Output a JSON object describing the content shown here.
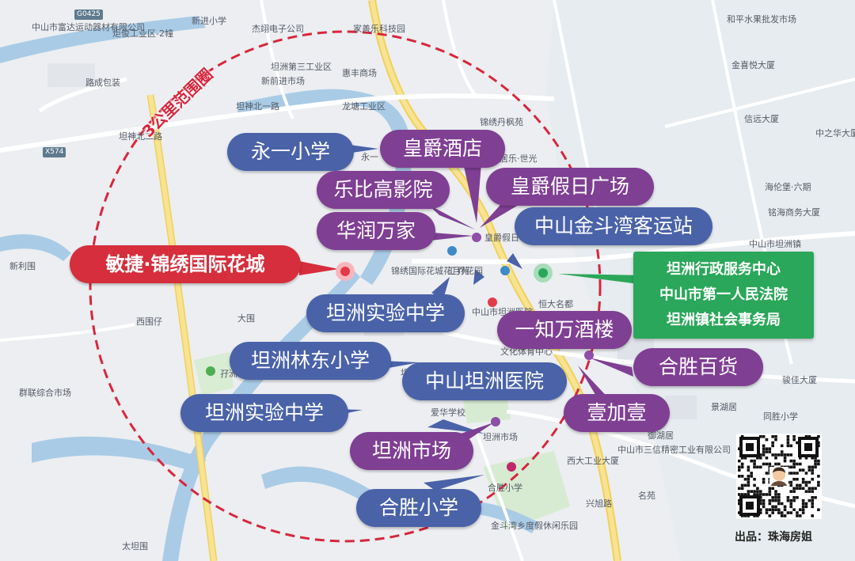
{
  "ring_title": "3公里范围圈",
  "project": {
    "name": "敏捷·锦绣国际花城"
  },
  "callouts": [
    {
      "id": "yongyi",
      "label": "永一小学",
      "color": "blue"
    },
    {
      "id": "huangjue-hotel",
      "label": "皇爵酒店",
      "color": "purple"
    },
    {
      "id": "lebigao",
      "label": "乐比高影院",
      "color": "purple"
    },
    {
      "id": "huangjue-plaza",
      "label": "皇爵假日广场",
      "color": "purple"
    },
    {
      "id": "huarun",
      "label": "华润万家",
      "color": "purple"
    },
    {
      "id": "jindouwan",
      "label": "中山金斗湾客运站",
      "color": "blue"
    },
    {
      "id": "shiyan1",
      "label": "坦洲实验中学",
      "color": "blue"
    },
    {
      "id": "yizhi",
      "label": "一知万酒楼",
      "color": "purple"
    },
    {
      "id": "lindong",
      "label": "坦洲林东小学",
      "color": "blue"
    },
    {
      "id": "hesheng-store",
      "label": "合胜百货",
      "color": "purple"
    },
    {
      "id": "hospital",
      "label": "中山坦洲医院",
      "color": "blue"
    },
    {
      "id": "shiyan2",
      "label": "坦洲实验中学",
      "color": "blue"
    },
    {
      "id": "yijiayi",
      "label": "壹加壹",
      "color": "purple"
    },
    {
      "id": "market",
      "label": "坦洲市场",
      "color": "purple"
    },
    {
      "id": "hesheng-school",
      "label": "合胜小学",
      "color": "blue"
    }
  ],
  "gov_box": {
    "lines": [
      "坦洲行政服务中心",
      "中山市第一人民法院",
      "坦洲镇社会事务局"
    ]
  },
  "map_labels": [
    "中山市富达运动器材有限公司",
    "炬俊工业区-2幢",
    "新进小学",
    "杰翊电子公司",
    "家善乐科技园",
    "坦洲第三工业区",
    "新前进市场",
    "惠丰商场",
    "路成包装",
    "坦神北一路",
    "龙塘工业区",
    "锦绣丹枫苑",
    "坦神北二路",
    "永一",
    "雅居乐·世光",
    "皇爵假日",
    "锦绣国际花城花月苑",
    "汇乔花园",
    "中山市坦洲医院",
    "恒大名都",
    "文化体育中心",
    "坦洲中学",
    "爱华学校",
    "坦洲市场",
    "合胜小学",
    "金斗湾乡度假休闲乐园",
    "中山市三信精密工业有限公司",
    "西大工业大厦",
    "新利围",
    "西围仔",
    "大围",
    "孖洲山",
    "群联综合市场",
    "太坦围",
    "和平水果批发市场",
    "金喜悦大厦",
    "信远大厦",
    "中之华大厦",
    "海伦堡·六期",
    "铭海商务大厦",
    "中山市坦洲镇",
    "御湖居",
    "景湖居",
    "骏佳大厦",
    "同胜小学",
    "兴旭路",
    "名苑",
    "G0425",
    "X574"
  ],
  "credit": "出品：珠海房姐",
  "colors": {
    "ring": "#d7263d",
    "blue": "#4a62a8",
    "purple": "#7f3f93",
    "red": "#d62e3c",
    "green": "#2aa75a",
    "water": "#a9cbe6",
    "road": "#f5d86a"
  }
}
